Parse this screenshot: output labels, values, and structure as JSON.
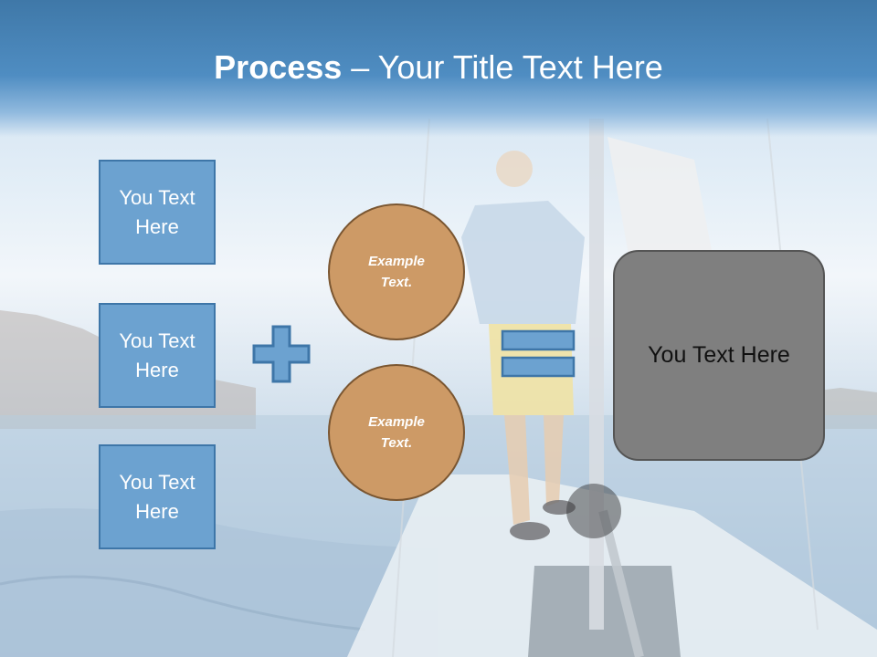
{
  "title": {
    "bold": "Process",
    "dash": " – ",
    "rest": "Your Title Text Here"
  },
  "boxes": [
    {
      "label": "You Text Here"
    },
    {
      "label": "You Text Here"
    },
    {
      "label": "You Text Here"
    }
  ],
  "circles": [
    {
      "label": "Example Text."
    },
    {
      "label": "Example Text."
    }
  ],
  "result": {
    "label": "You Text Here"
  },
  "colors": {
    "title_bar": "#4f8dc2",
    "box_fill": "#6ca2d0",
    "box_border": "#3e76a8",
    "circle_fill": "#cd9a66",
    "circle_border": "#7a5631",
    "result_fill": "#7f7f7f",
    "result_border": "#555555"
  },
  "icons": {
    "plus": "plus-icon",
    "equals": "equals-icon"
  }
}
